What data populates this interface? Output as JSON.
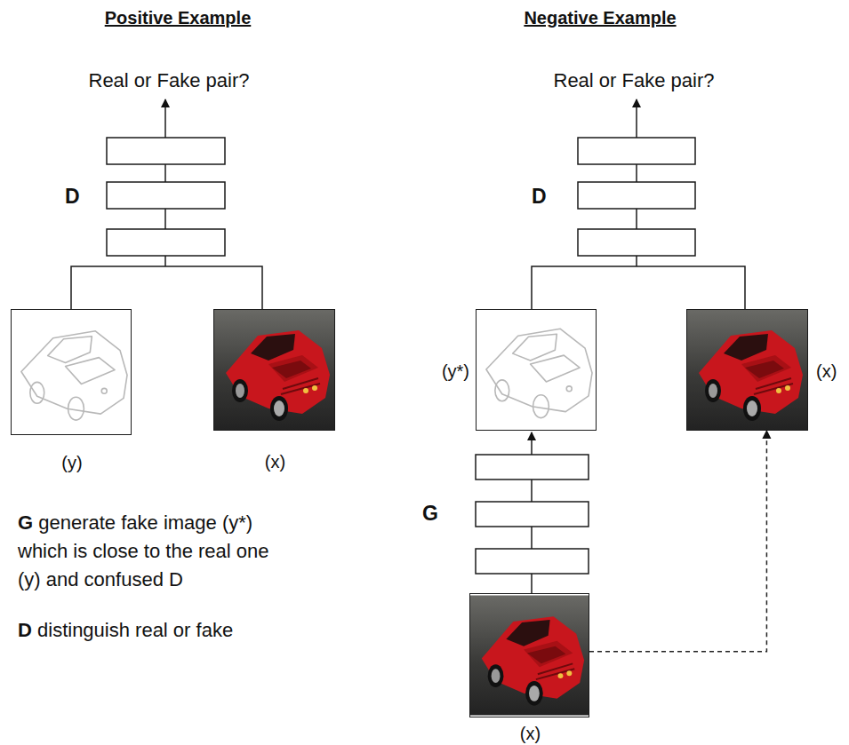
{
  "diagram": {
    "nodes": [
      {
        "text": [
          "(y)"
        ]
      },
      {
        "text": [
          "(x)"
        ]
      },
      {
        "text": [
          "(y*)"
        ]
      },
      {
        "text": [
          "(x)"
        ]
      },
      {
        "text": [
          "(x)"
        ]
      }
    ],
    "edges": [
      {
        "from": 4,
        "to": 3,
        "arrow": "to"
      }
    ],
    "labels": [
      "Positive Example",
      "Negative Example",
      "Real or Fake pair?",
      "Real or Fake pair?",
      "D",
      "D",
      "G",
      "G generate fake image (y*) which is close to the real one (y) and confused D",
      "D distinguish real or fake"
    ]
  }
}
